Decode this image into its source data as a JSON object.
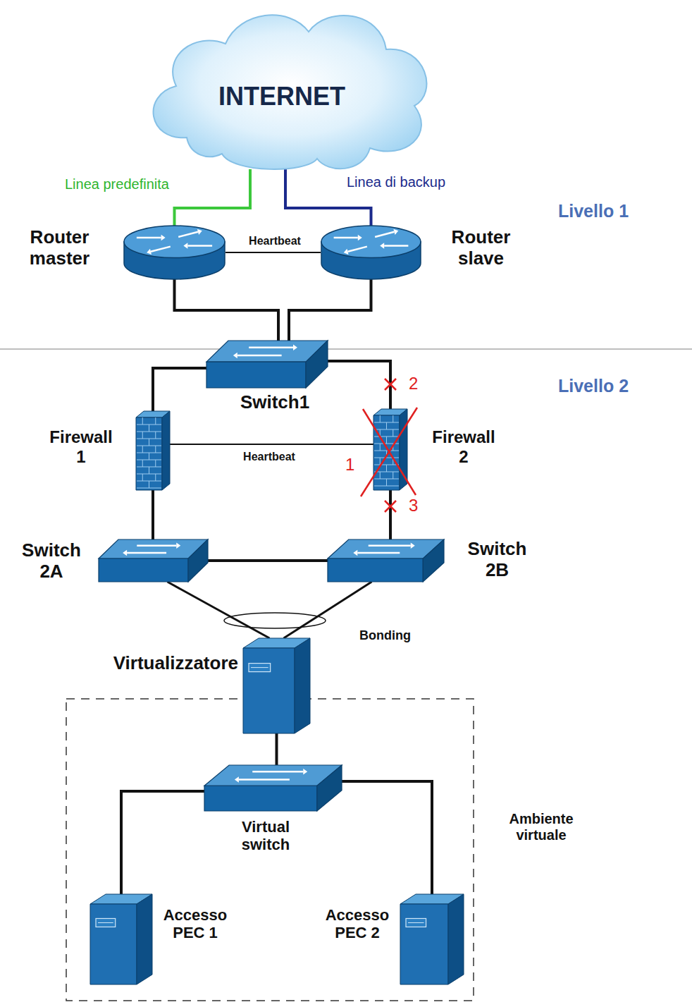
{
  "diagram": {
    "nodes": [
      {
        "text": [
          "INTERNET"
        ]
      },
      {
        "text": [
          "Router master"
        ]
      },
      {
        "text": [
          "Router slave"
        ]
      },
      {
        "text": [
          "Switch1"
        ]
      },
      {
        "text": [
          "Firewall 1"
        ]
      },
      {
        "text": [
          "Firewall 2"
        ]
      },
      {
        "text": [
          "Switch 2A"
        ]
      },
      {
        "text": [
          "Switch 2B"
        ]
      },
      {
        "text": [
          "Virtualizzatore"
        ]
      },
      {
        "text": [
          "Ambiente virtuale"
        ]
      },
      {
        "text": [
          "Virtual switch"
        ],
        "in": 9
      },
      {
        "text": [
          "Accesso PEC 1"
        ],
        "in": 9
      },
      {
        "text": [
          "Accesso PEC 2"
        ],
        "in": 9
      }
    ],
    "edges": [
      {
        "from": 0,
        "to": 1,
        "arrow": "none",
        "label": "Linea predefinita"
      },
      {
        "from": 0,
        "to": 2,
        "arrow": "none",
        "label": "Linea di backup"
      },
      {
        "from": 1,
        "to": 2,
        "arrow": "none",
        "label": "Heartbeat"
      },
      {
        "from": 1,
        "to": 3,
        "arrow": "none"
      },
      {
        "from": 2,
        "to": 3,
        "arrow": "none"
      },
      {
        "from": 3,
        "to": 4,
        "arrow": "none"
      },
      {
        "from": 3,
        "to": 5,
        "arrow": "none"
      },
      {
        "from": 4,
        "to": 5,
        "arrow": "none",
        "label": "Heartbeat"
      },
      {
        "from": 4,
        "to": 6,
        "arrow": "none"
      },
      {
        "from": 5,
        "to": 7,
        "arrow": "none"
      },
      {
        "from": 6,
        "to": 7,
        "arrow": "none"
      },
      {
        "from": 6,
        "to": 8,
        "arrow": "none"
      },
      {
        "from": 7,
        "to": 8,
        "arrow": "none"
      },
      {
        "from": 8,
        "to": 10,
        "arrow": "none"
      },
      {
        "from": 10,
        "to": 11,
        "arrow": "none"
      },
      {
        "from": 10,
        "to": 12,
        "arrow": "none"
      }
    ],
    "labels": [
      "Livello 1",
      "2",
      "Livello 2",
      "1",
      "3",
      "Bonding"
    ]
  }
}
